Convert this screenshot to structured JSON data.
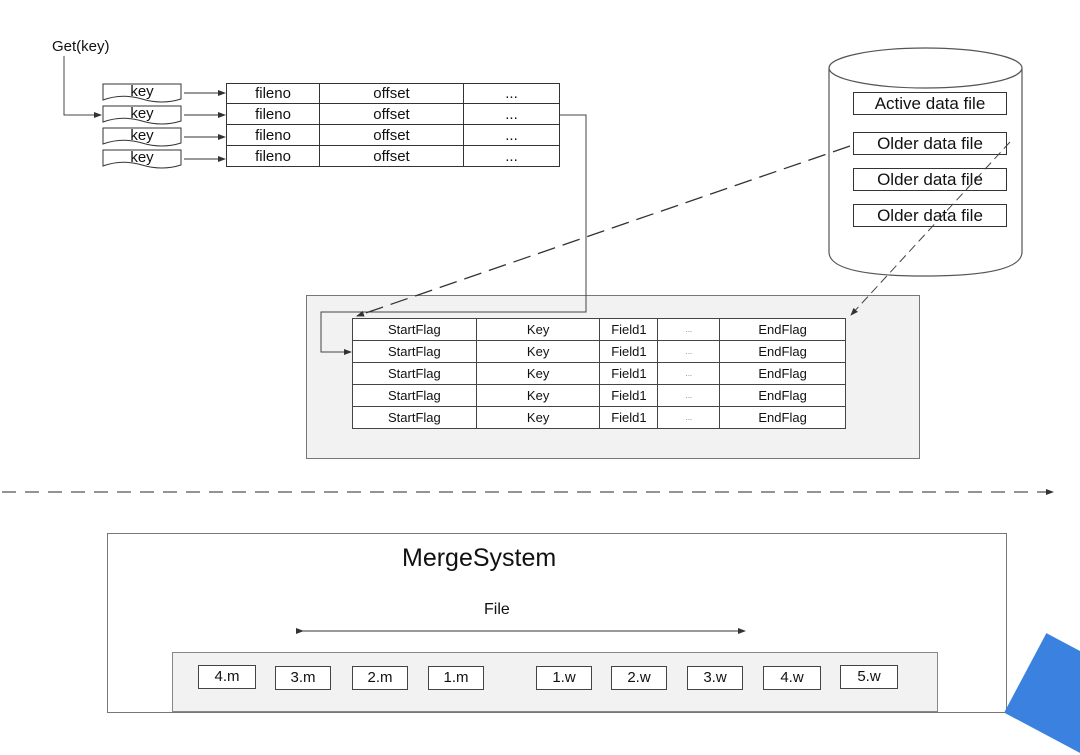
{
  "get_label": "Get(key)",
  "keys": [
    "key",
    "key",
    "key",
    "key"
  ],
  "index_rows": [
    {
      "fileno": "fileno",
      "offset": "offset",
      "more": "..."
    },
    {
      "fileno": "fileno",
      "offset": "offset",
      "more": "..."
    },
    {
      "fileno": "fileno",
      "offset": "offset",
      "more": "..."
    },
    {
      "fileno": "fileno",
      "offset": "offset",
      "more": "..."
    }
  ],
  "data_files": [
    "Active data file",
    "Older data file",
    "Older data file",
    "Older data file"
  ],
  "records": [
    {
      "start": "StartFlag",
      "key": "Key",
      "field": "Field1",
      "more": "...",
      "end": "EndFlag"
    },
    {
      "start": "StartFlag",
      "key": "Key",
      "field": "Field1",
      "more": "...",
      "end": "EndFlag"
    },
    {
      "start": "StartFlag",
      "key": "Key",
      "field": "Field1",
      "more": "...",
      "end": "EndFlag"
    },
    {
      "start": "StartFlag",
      "key": "Key",
      "field": "Field1",
      "more": "...",
      "end": "EndFlag"
    },
    {
      "start": "StartFlag",
      "key": "Key",
      "field": "Field1",
      "more": "...",
      "end": "EndFlag"
    }
  ],
  "merge": {
    "title": "MergeSystem",
    "file_label": "File",
    "segments": [
      "4.m",
      "3.m",
      "2.m",
      "1.m",
      "1.w",
      "2.w",
      "3.w",
      "4.w",
      "5.w"
    ]
  },
  "colors": {
    "panel_fill": "#f2f2f2",
    "line": "#333333",
    "corner_accent": "#3b82e0"
  }
}
